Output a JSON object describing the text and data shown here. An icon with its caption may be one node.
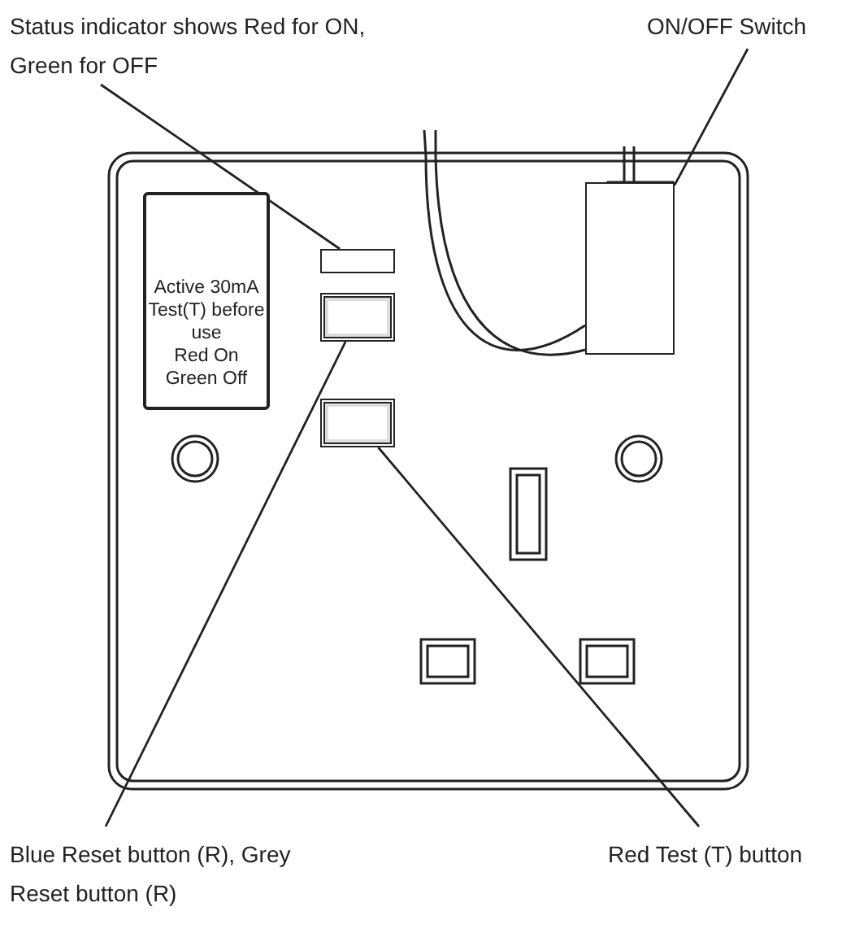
{
  "diagram": {
    "nodes": [
      {
        "text": [
          "Status indicator shows Red for ON, Green for OFF"
        ]
      },
      {
        "text": [
          "ON/OFF Switch"
        ]
      },
      {
        "text": [
          "Blue Reset button (R), Grey Reset button (R)"
        ]
      },
      {
        "text": [
          "Red Test (T) button"
        ]
      },
      {
        "text": [],
        "shape": "box"
      },
      {
        "text": [],
        "shape": "box"
      },
      {
        "text": [],
        "shape": "box"
      },
      {
        "text": [],
        "shape": "box"
      },
      {
        "text": [
          "Active 30mA",
          "Test(T) before use",
          "Red On",
          "Green Off"
        ]
      }
    ],
    "edges": [
      {
        "from": 0,
        "to": 4,
        "arrow": "none"
      },
      {
        "from": 1,
        "to": 7,
        "arrow": "none"
      },
      {
        "from": 2,
        "to": 5,
        "arrow": "none"
      },
      {
        "from": 3,
        "to": 6,
        "arrow": "none"
      }
    ]
  }
}
